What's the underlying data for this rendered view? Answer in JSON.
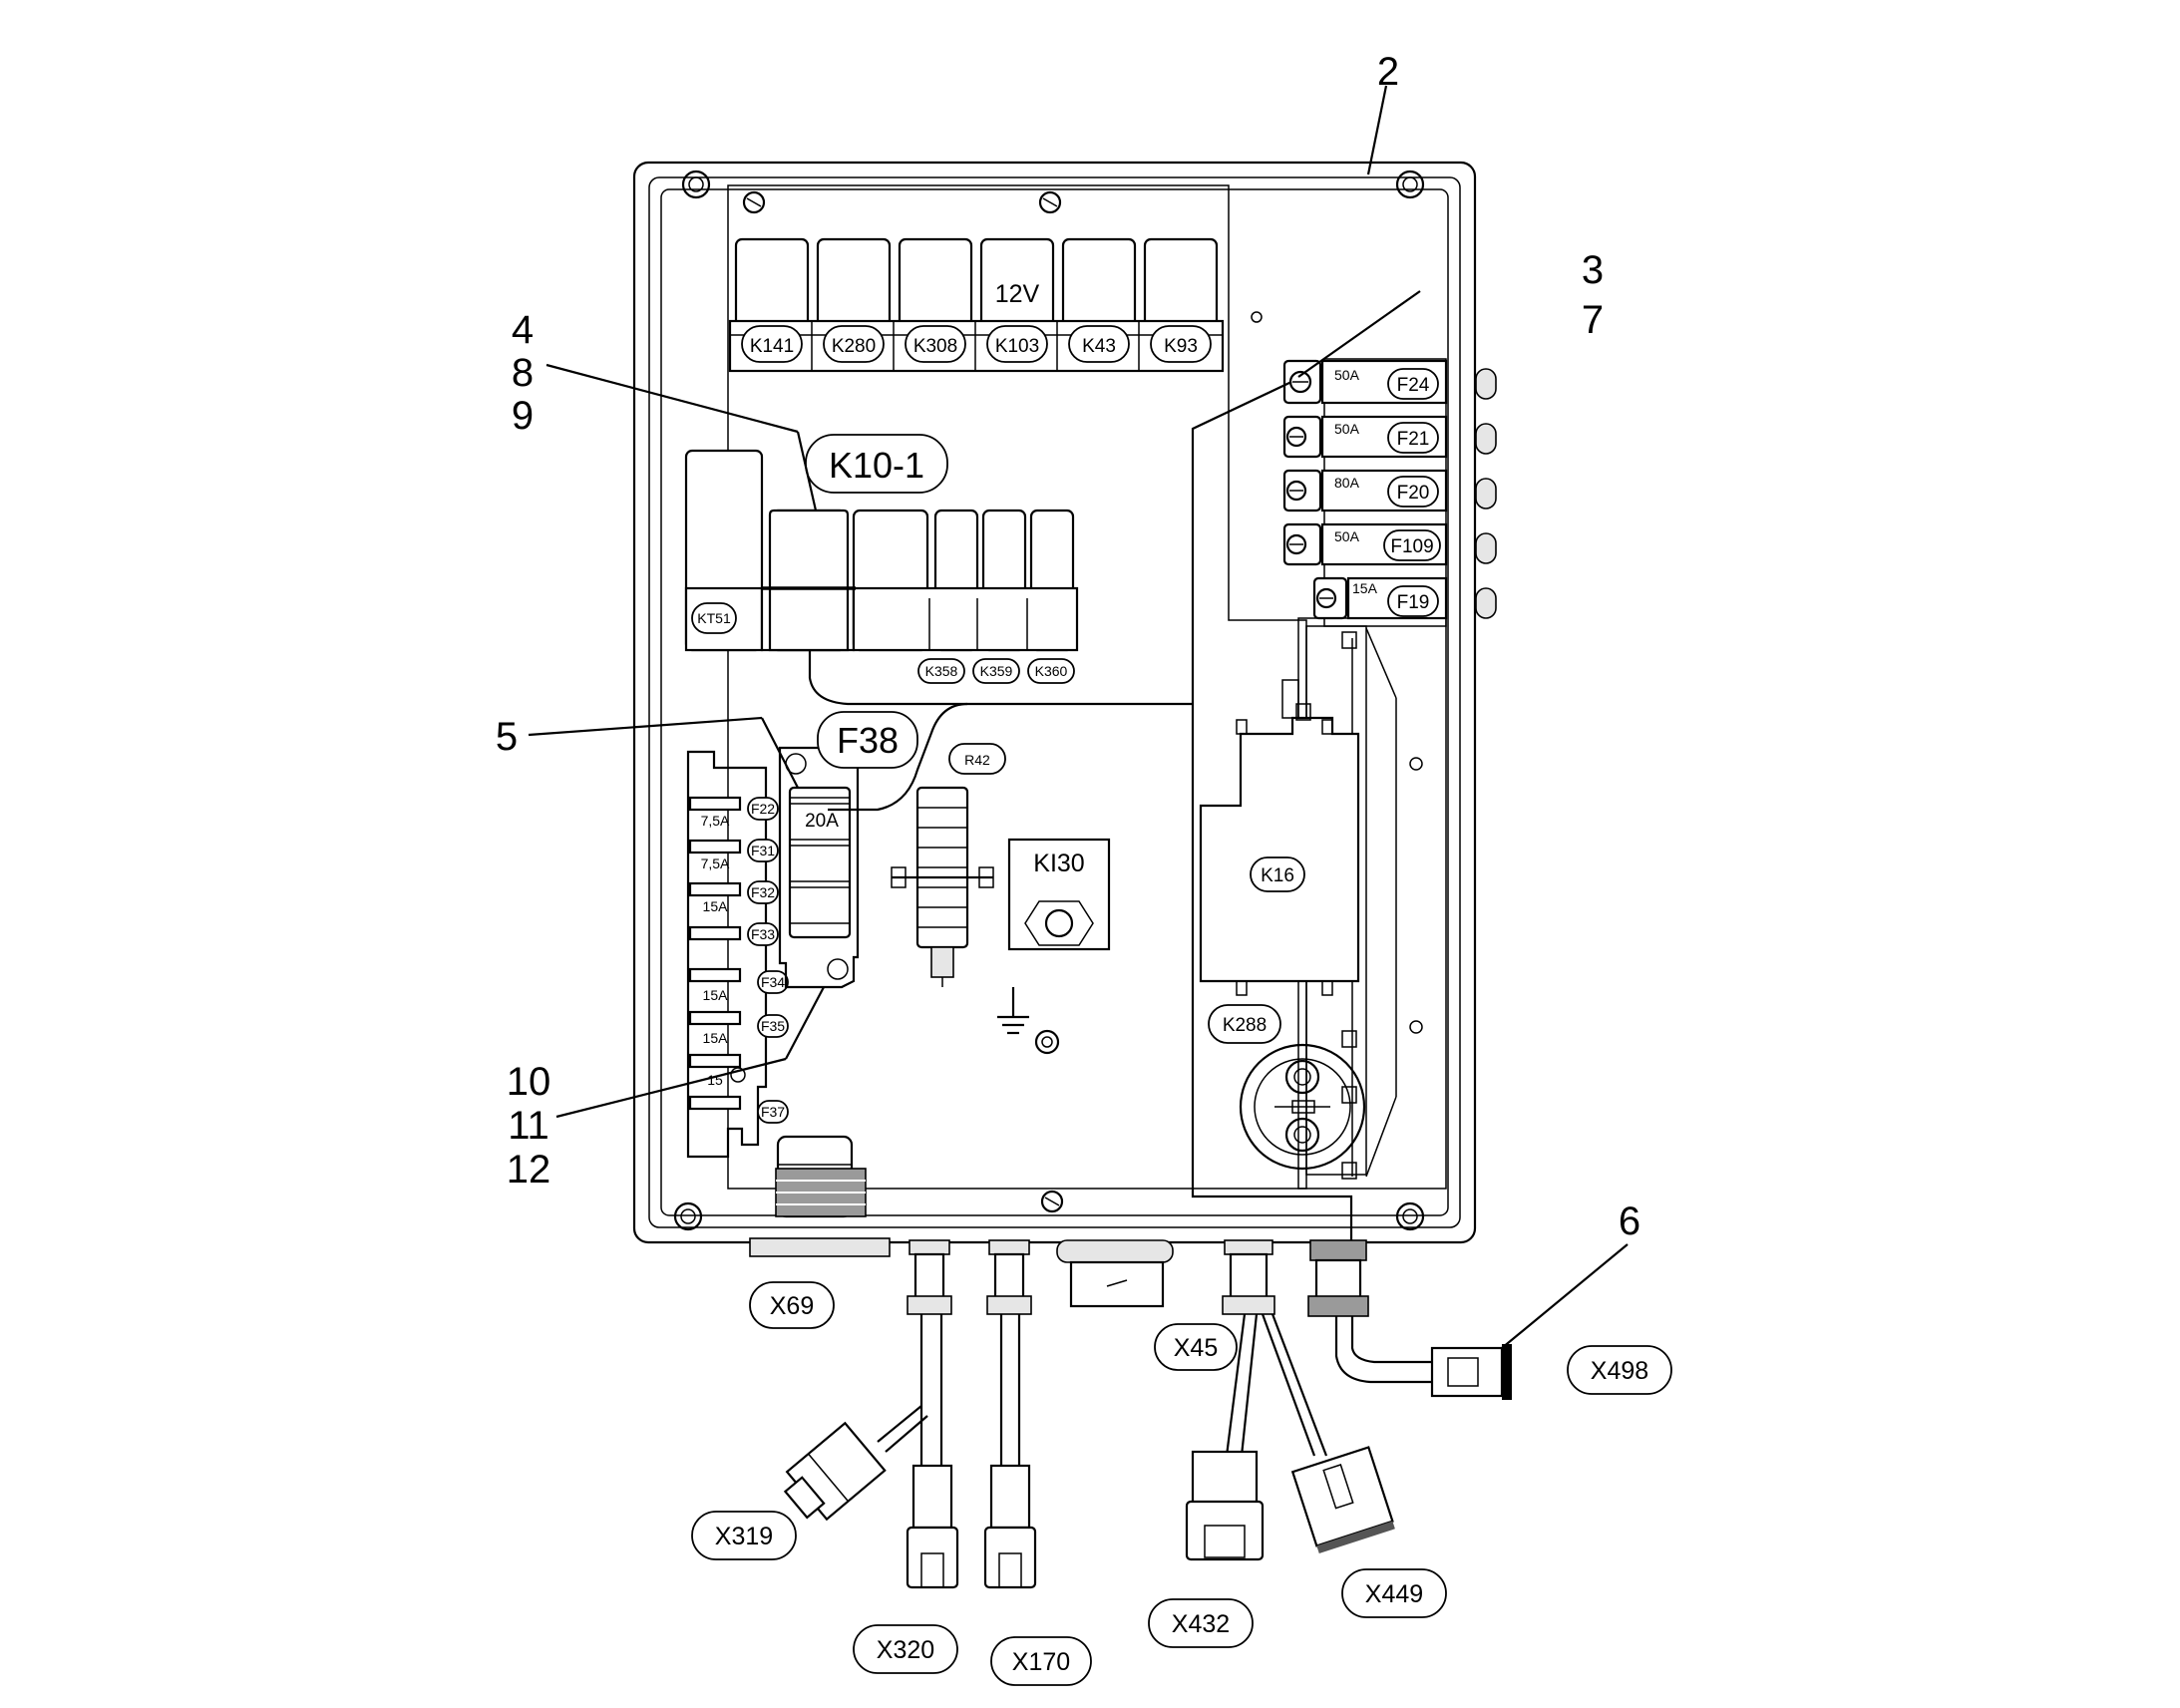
{
  "callouts": {
    "c2": "2",
    "c3": "3",
    "c7": "7",
    "c4": "4",
    "c8": "8",
    "c9": "9",
    "c5": "5",
    "c10": "10",
    "c11": "11",
    "c12": "12",
    "c6": "6"
  },
  "top_relays": {
    "voltage": "12V",
    "labels": [
      "K141",
      "K280",
      "K308",
      "K103",
      "K43",
      "K93"
    ]
  },
  "middle_relays": {
    "kt51": "KT51",
    "k10_1": "K10-1",
    "small": [
      "K358",
      "K359",
      "K360"
    ]
  },
  "main_fuses": [
    {
      "id": "F24",
      "rating": "50A"
    },
    {
      "id": "F21",
      "rating": "50A"
    },
    {
      "id": "F20",
      "rating": "80A"
    },
    {
      "id": "F109",
      "rating": "50A"
    },
    {
      "id": "F19",
      "rating": "15A"
    }
  ],
  "fuse_block": {
    "f38": "F38",
    "f38_rating": "20A",
    "ids": [
      "F22",
      "F31",
      "F32",
      "F33",
      "F34",
      "F35",
      "F37"
    ],
    "ratings": [
      "7,5A",
      "7,5A",
      "15A",
      "15A",
      "15A",
      "15"
    ]
  },
  "components": {
    "r42": "R42",
    "kl30": "KI30",
    "k16": "K16",
    "k288": "K288"
  },
  "connectors": {
    "x69": "X69",
    "x45": "X45",
    "x498": "X498",
    "x319": "X319",
    "x320": "X320",
    "x170": "X170",
    "x432": "X432",
    "x449": "X449"
  }
}
